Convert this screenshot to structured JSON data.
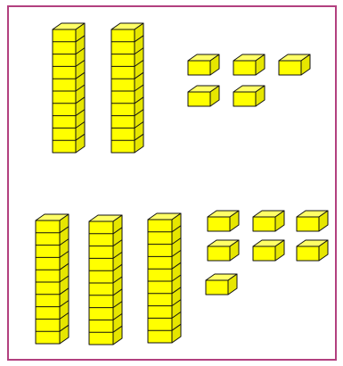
{
  "colors": {
    "border": "#b2407f",
    "block_front": "#ffff00",
    "block_side": "#e6e600",
    "block_top": "#ffff66",
    "outline": "#111111"
  },
  "groups": [
    {
      "name": "top-group",
      "tens": 2,
      "ones": 5
    },
    {
      "name": "bottom-group",
      "tens": 3,
      "ones": 7
    }
  ]
}
